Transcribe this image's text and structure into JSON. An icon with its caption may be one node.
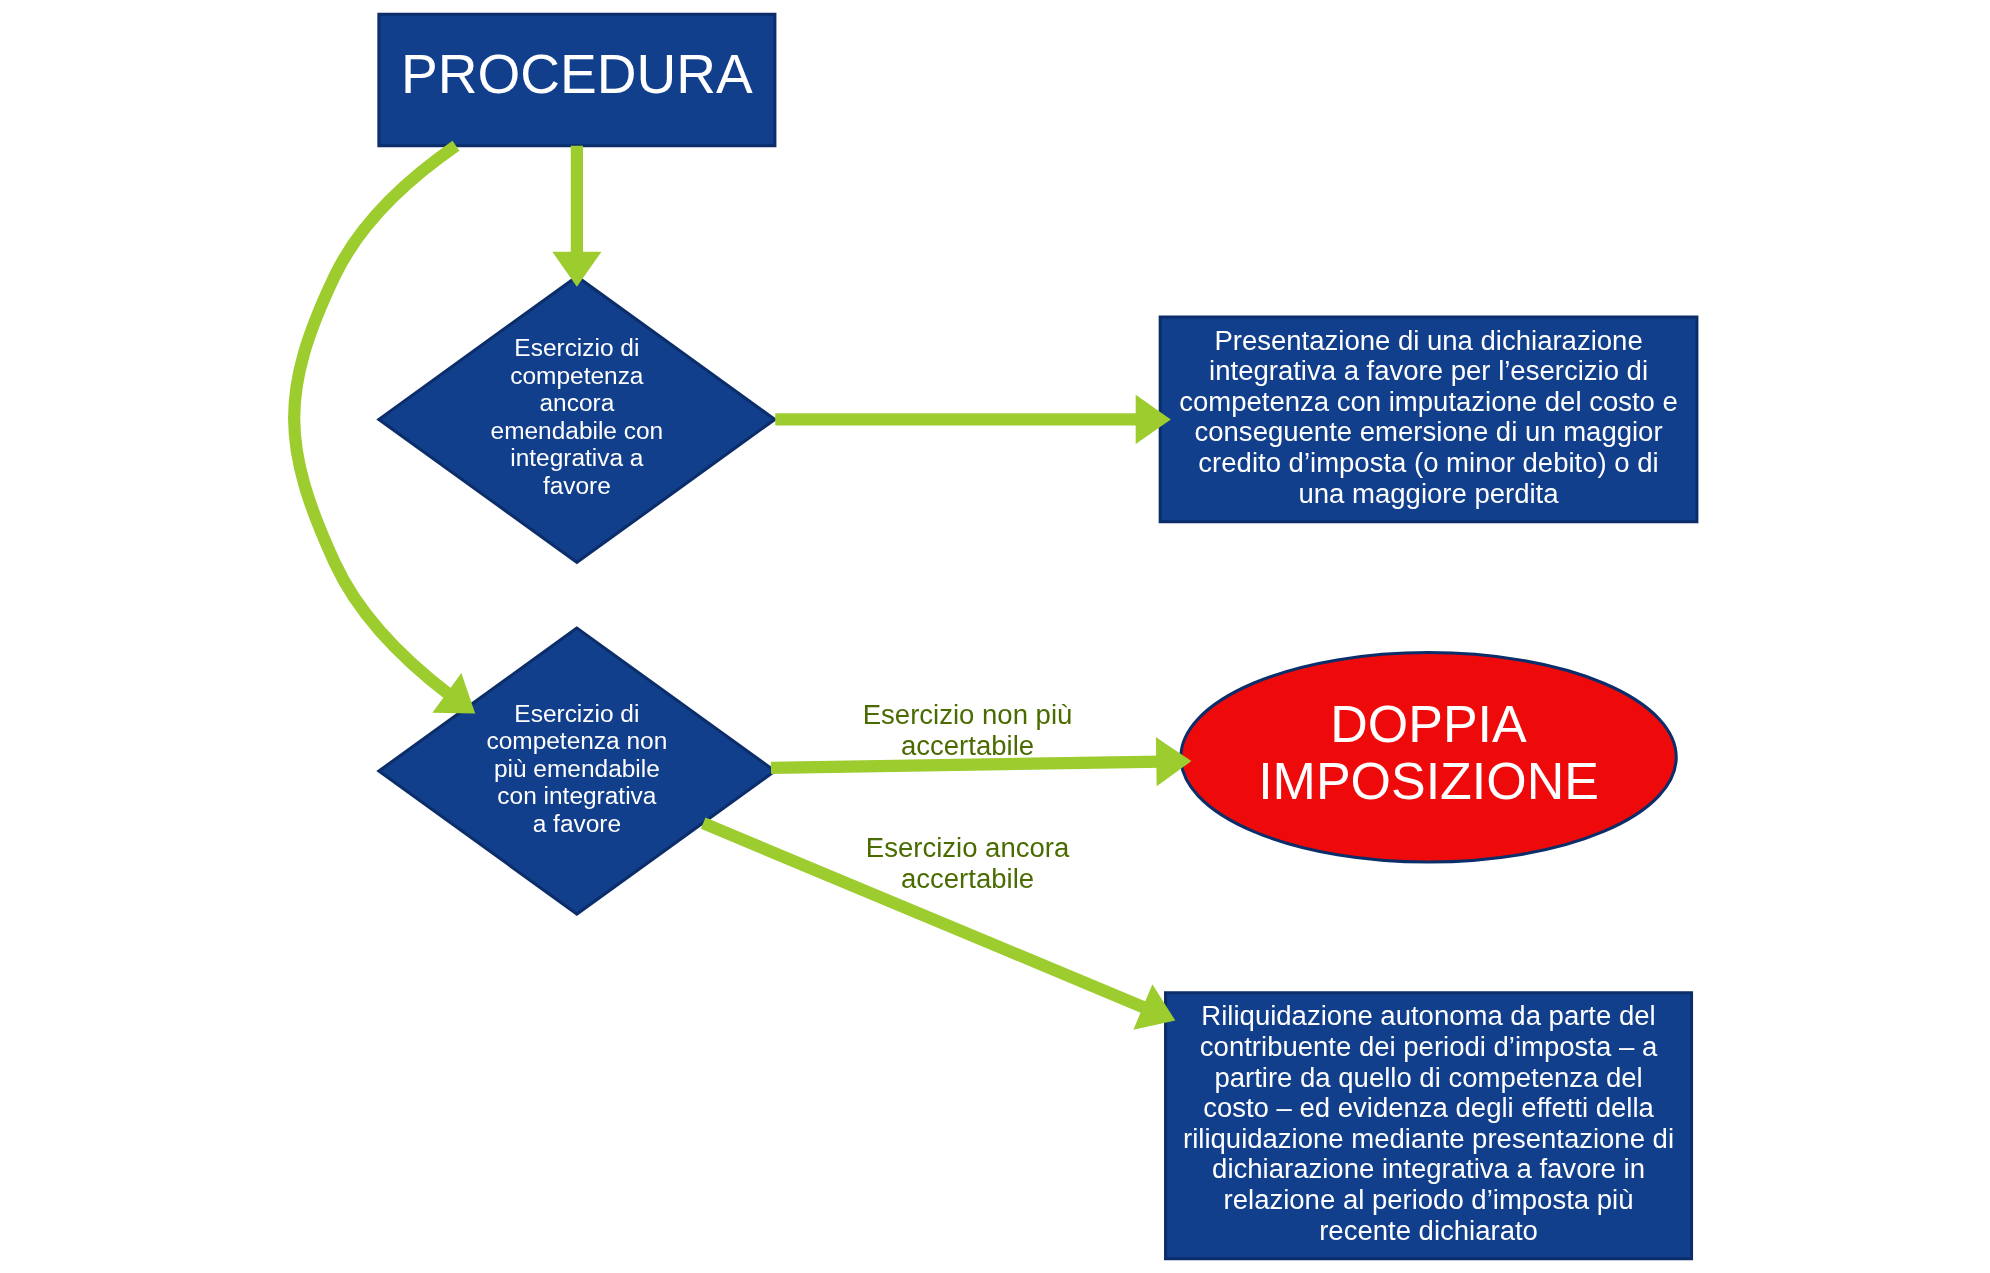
{
  "diagram": {
    "nodes": [
      {
        "text": [
          "Esercizio di competenza ancora emendabile con integrativa a favore"
        ]
      },
      {
        "text": [
          "PROCEDURA"
        ]
      },
      {
        "text": [
          "Esercizio di competenza non più emendabile con integrativa a favore"
        ]
      },
      {
        "text": [
          "Presentazione di una dichiarazione integrativa a favore per l’esercizio di competenza con imputazione del costo e conseguente emersione di un maggior credito d’imposta (o minor debito) o di una maggiore perdita"
        ]
      },
      {
        "text": [
          "DOPPIA IMPOSIZIONE"
        ]
      },
      {
        "text": [
          "Riliquidazione autonoma da parte del contribuente dei periodi d’imposta – a partire da quello di competenza del costo – ed evidenza degli effetti della riliquidazione mediante presentazione di dichiarazione integrativa a favore in relazione al periodo d’imposta più recente dichiarato"
        ]
      }
    ],
    "edges": [
      {
        "from": 1,
        "to": 0,
        "arrow": "to"
      },
      {
        "from": 1,
        "to": 2,
        "arrow": "to"
      },
      {
        "from": 0,
        "to": 3,
        "arrow": "to"
      },
      {
        "from": 2,
        "to": 4,
        "arrow": "to",
        "label": "Esercizio non più accertabile"
      },
      {
        "from": 2,
        "to": 5,
        "arrow": "to",
        "label": "Esercizio ancora accertabile"
      }
    ]
  }
}
